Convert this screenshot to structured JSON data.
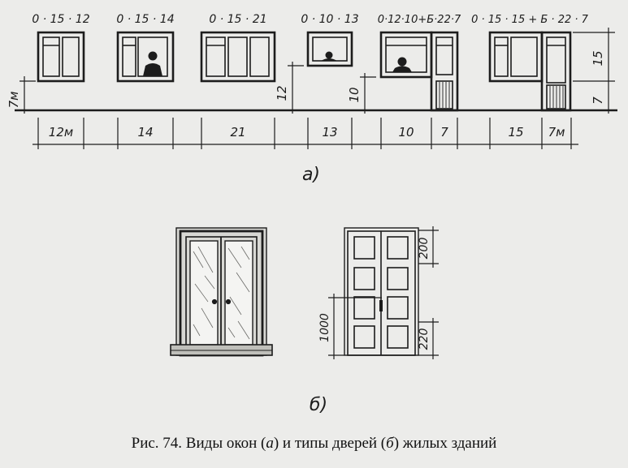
{
  "windows": {
    "formulas": [
      "0 · 15 · 12",
      "0 · 15 · 14",
      "0 · 15  ·  21",
      "0 · 10 · 13",
      "0·12·10+Б·22·7",
      "0 · 15 · 15 + Б · 22 · 7"
    ],
    "height_labels": [
      "7м",
      "12",
      "10",
      "15",
      "7"
    ],
    "width_labels": [
      "12м",
      "14",
      "21",
      "13",
      "10",
      "7",
      "15",
      "7м"
    ],
    "panel_label": "а)"
  },
  "doors": {
    "dimension_labels": [
      "200",
      "220",
      "1000"
    ],
    "panel_label": "б)"
  },
  "caption": {
    "prefix": "Рис. 74. Виды окон (",
    "mark_a": "а",
    "middle": ") и типы дверей (",
    "mark_b": "б",
    "suffix": ") жилых зданий"
  }
}
